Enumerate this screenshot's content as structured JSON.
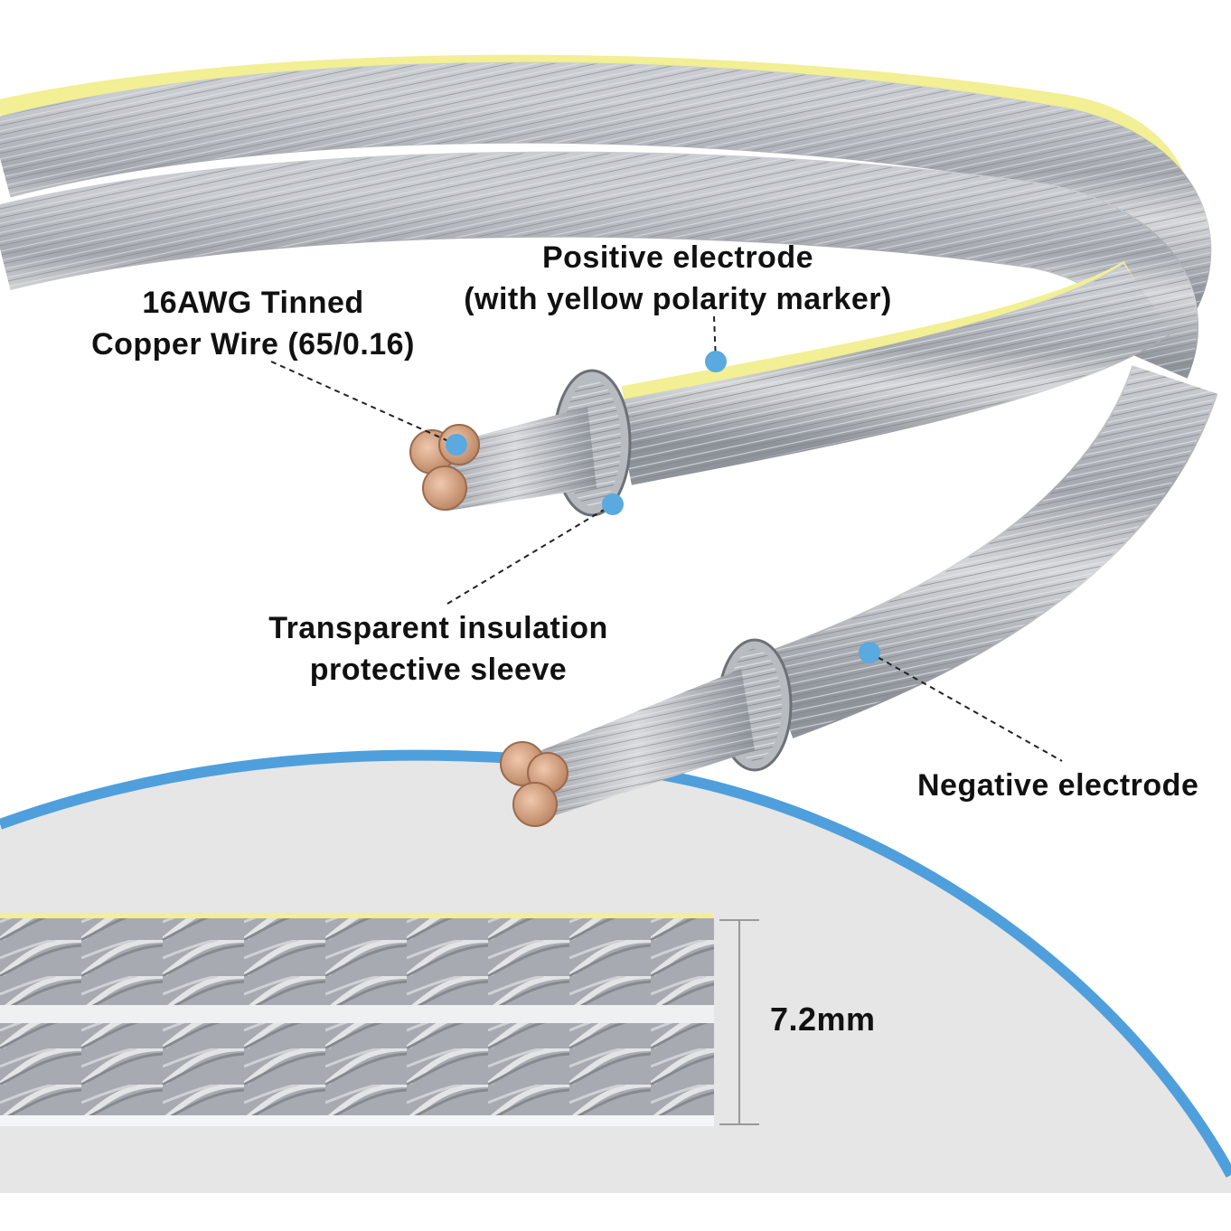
{
  "labels": {
    "copper_wire": {
      "line1": "16AWG Tinned",
      "line2": "Copper Wire (65/0.16)"
    },
    "positive_electrode": {
      "line1": "Positive electrode",
      "line2": "(with yellow polarity marker)"
    },
    "insulation": {
      "line1": "Transparent insulation",
      "line2": "protective sleeve"
    },
    "negative_electrode": {
      "line1": "Negative electrode"
    },
    "dimension": {
      "value": "7.2mm"
    }
  },
  "colors": {
    "marker_dot": "#5aa9df",
    "accent_arc": "#4f9fdc",
    "yellow_marker": "#f2ef94",
    "copper": "#d4a27f",
    "strand_silver": "#a9adb3",
    "background_panel": "#e6e6e6"
  }
}
